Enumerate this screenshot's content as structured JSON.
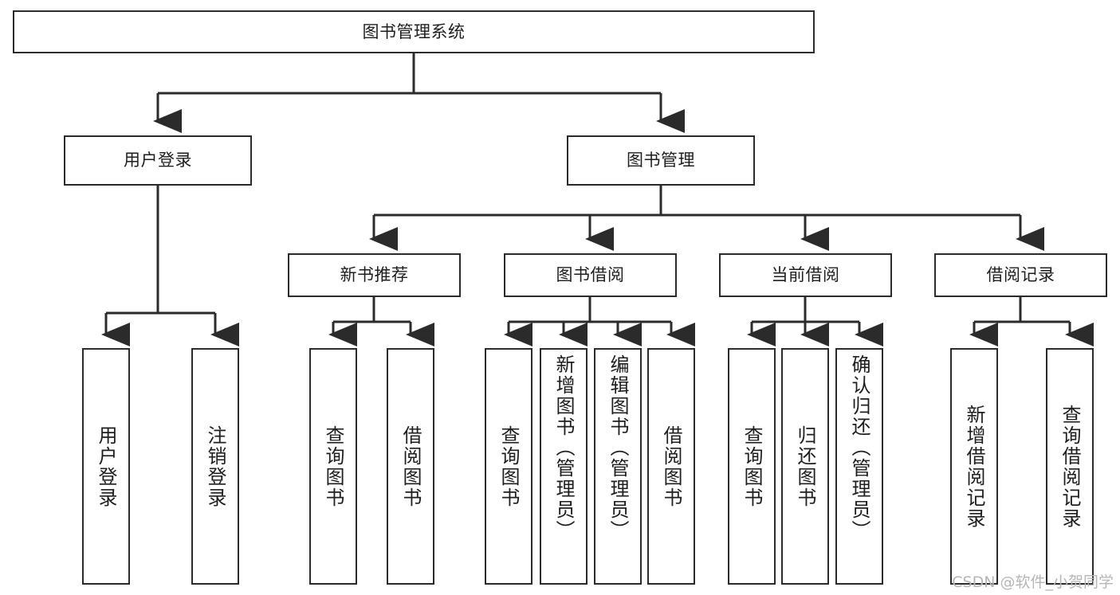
{
  "diagram": {
    "type": "tree",
    "title": "图书管理系统",
    "orientation": "top-down",
    "root": {
      "label": "图书管理系统"
    },
    "level2": [
      {
        "label": "用户登录"
      },
      {
        "label": "图书管理"
      }
    ],
    "level3": [
      {
        "label": "新书推荐"
      },
      {
        "label": "图书借阅"
      },
      {
        "label": "当前借阅"
      },
      {
        "label": "借阅记录"
      }
    ],
    "leaves": {
      "user_login": [
        {
          "label": "用户登录"
        },
        {
          "label": "注销登录"
        }
      ],
      "new_book_recommend": [
        {
          "label": "查询图书"
        },
        {
          "label": "借阅图书"
        }
      ],
      "book_borrow": [
        {
          "label": "查询图书"
        },
        {
          "label": "新增图书（管理员）"
        },
        {
          "label": "编辑图书（管理员）"
        },
        {
          "label": "借阅图书"
        }
      ],
      "current_borrow": [
        {
          "label": "查询图书"
        },
        {
          "label": "归还图书"
        },
        {
          "label": "确认归还（管理员）"
        }
      ],
      "borrow_record": [
        {
          "label": "新增借阅记录"
        },
        {
          "label": "查询借阅记录"
        }
      ]
    }
  },
  "watermark": {
    "text": "CSDN @软件_小贺同学"
  },
  "colors": {
    "stroke": "#2b2b2b",
    "background": "#ffffff",
    "text": "#1e1e1e",
    "watermark": "#b6b6b6"
  }
}
